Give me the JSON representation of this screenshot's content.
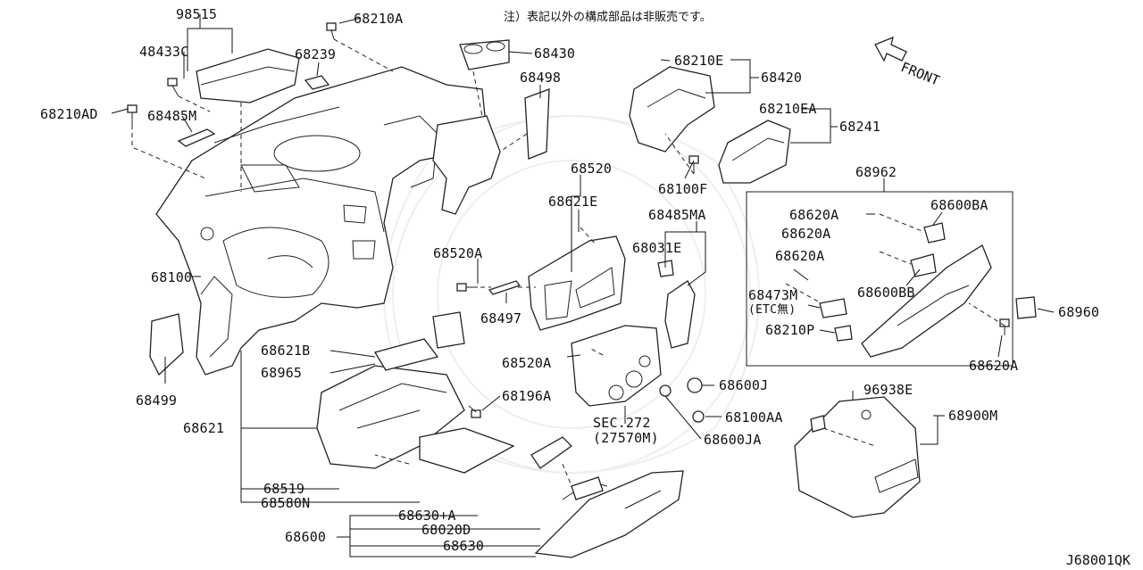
{
  "note": "注）表記以外の構成部品は非販売です。",
  "front_label": "FRONT",
  "diagram_id": "J68001QK",
  "labels": {
    "p98515": "98515",
    "p48433C": "48433C",
    "p68210A": "68210A",
    "p68239": "68239",
    "p68210AD": "68210AD",
    "p68485M": "68485M",
    "p68430": "68430",
    "p68498": "68498",
    "p68210E": "68210E",
    "p68420": "68420",
    "p68210EA": "68210EA",
    "p68241": "68241",
    "p68520": "68520",
    "p68621E": "68621E",
    "p68100F": "68100F",
    "p68485MA": "68485MA",
    "p68962": "68962",
    "p68620A_1": "68620A",
    "p68600BA": "68600BA",
    "p68620A_2": "68620A",
    "p68520A_1": "68520A",
    "p68031E": "68031E",
    "p68620A_3": "68620A",
    "p68100": "68100",
    "p68497": "68497",
    "p68600BB": "68600BB",
    "p68473M": "68473M",
    "p68473M_note": "(ETC無)",
    "p68960": "68960",
    "p68210P": "68210P",
    "p68621B": "68621B",
    "p68965": "68965",
    "p68520A_2": "68520A",
    "p68620A_4": "68620A",
    "p68499": "68499",
    "p68600J": "68600J",
    "p68196A": "68196A",
    "p96938E": "96938E",
    "p68621": "68621",
    "p68100AA": "68100AA",
    "p68900M": "68900M",
    "sec272": "SEC.272",
    "sec272_sub": "(27570M)",
    "p68600JA": "68600JA",
    "p68519": "68519",
    "p68580N": "68580N",
    "p68630A": "68630+A",
    "p68600": "68600",
    "p68020D": "68020D",
    "p68630": "68630"
  }
}
